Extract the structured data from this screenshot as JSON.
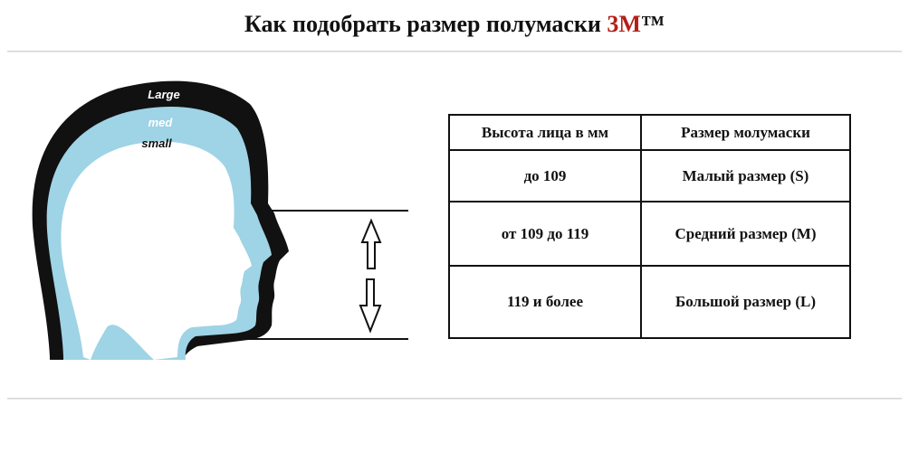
{
  "header": {
    "title_main": "Как подобрать размер полумаски",
    "title_brand": "3M",
    "title_tm": "™",
    "brand_color": "#b3201a"
  },
  "figure": {
    "size_labels": [
      "Large",
      "med",
      "small"
    ],
    "arrow_icons": [
      "arrow-up-icon",
      "arrow-down-icon"
    ],
    "colors": {
      "outer": "#111111",
      "inner": "#9fd3e6",
      "face": "#ffffff"
    }
  },
  "size_table": {
    "headers": [
      "Высота лица в мм",
      "Размер молумаски"
    ],
    "rows": [
      [
        "до 109",
        "Малый размер (S)"
      ],
      [
        "от 109 до 119",
        "Средний размер (M)"
      ],
      [
        "119 и более",
        "Большой размер (L)"
      ]
    ]
  }
}
